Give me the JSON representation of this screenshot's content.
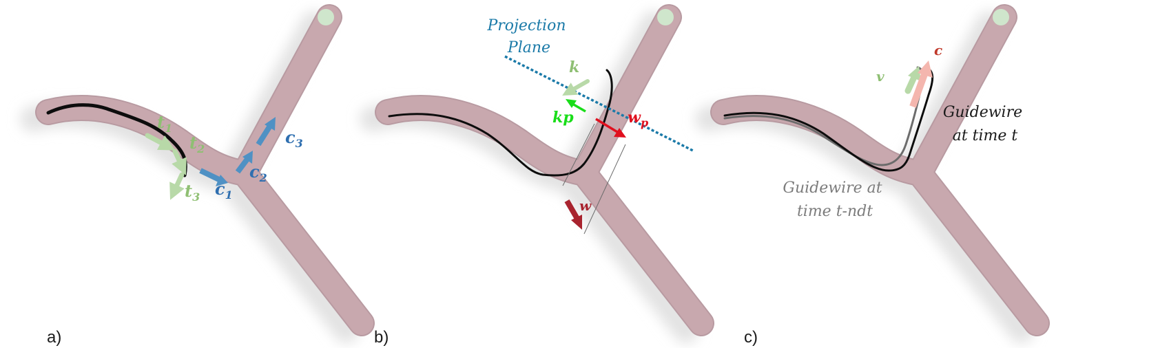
{
  "panels": [
    {
      "id": "a",
      "label": "a)",
      "annotations": {
        "t1": {
          "base": "t",
          "sub": "1"
        },
        "t2": {
          "base": "t",
          "sub": "2"
        },
        "t3": {
          "base": "t",
          "sub": "3"
        },
        "c1": {
          "base": "c",
          "sub": "1"
        },
        "c2": {
          "base": "c",
          "sub": "2"
        },
        "c3": {
          "base": "c",
          "sub": "3"
        }
      }
    },
    {
      "id": "b",
      "label": "b)",
      "projection_plane": [
        "Projection",
        "Plane"
      ],
      "annotations": {
        "k": "k",
        "kp": "kp",
        "wp": {
          "base": "w",
          "sub": "p"
        },
        "w": "w"
      }
    },
    {
      "id": "c",
      "label": "c)",
      "annotations": {
        "v": "v",
        "c": "c"
      },
      "guidewire_current": [
        "Guidewire",
        "at time t"
      ],
      "guidewire_previous": [
        "Guidewire at",
        "time t-ndt"
      ]
    }
  ],
  "colors": {
    "vessel": "#c8a8ae",
    "vessel_edge": "#b89aa1",
    "vessel_cap": "#cfe6cc",
    "shadow": "#e3e3e3",
    "guidewire": "#0d0d0d",
    "guidewire_previous": "#6b6b6b",
    "tangent_arrow": "#b8d9a8",
    "tangent_label": "#8fbf73",
    "centerline_arrow": "#4f91c4",
    "centerline_label": "#2f6fb0",
    "projection_plane": "#1b7aa8",
    "kp_arrow": "#19dd19",
    "wp_arrow": "#e0101e",
    "w_arrow": "#a8232e",
    "c_arrow": "#f4b6ae",
    "c_label": "#c0392b",
    "guide_label_prev": "#7c7c7c",
    "label_dark": "#1a1a1a"
  }
}
